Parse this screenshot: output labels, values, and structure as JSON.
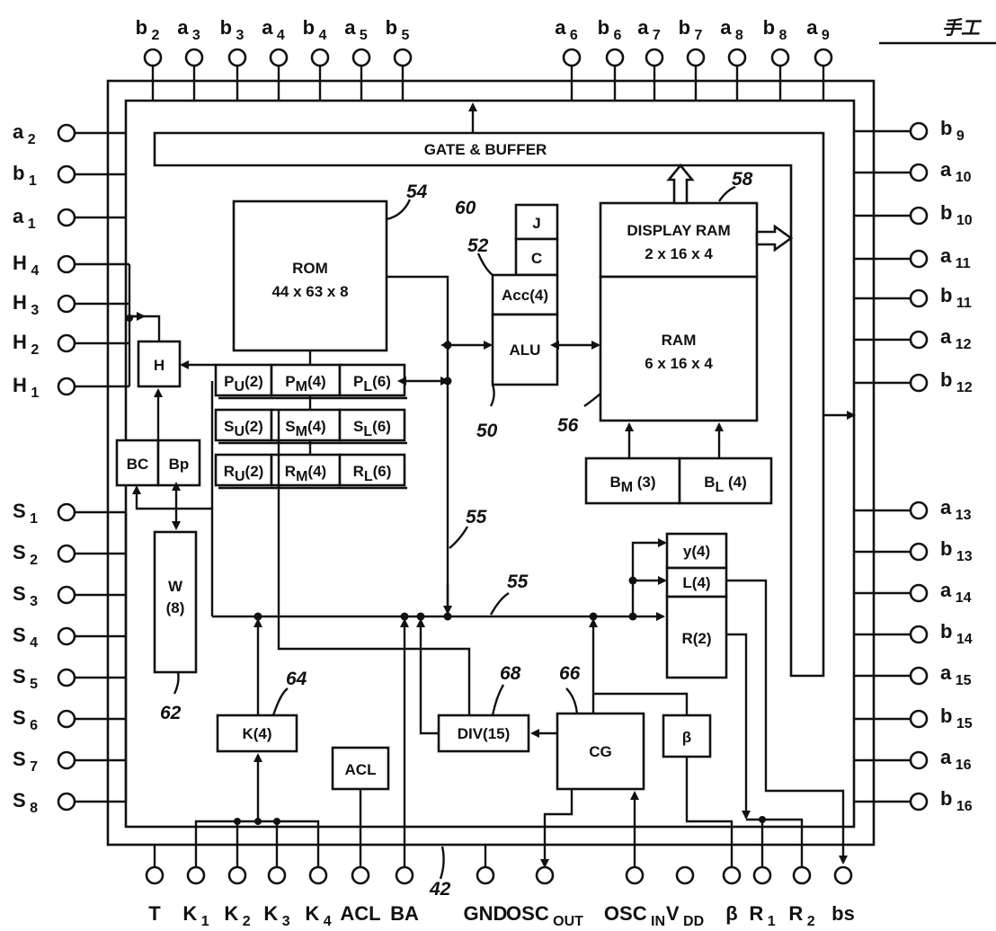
{
  "corner_mark": "手工",
  "pins": {
    "top_left": [
      {
        "t": "b",
        "s": "2"
      },
      {
        "t": "a",
        "s": "3"
      },
      {
        "t": "b",
        "s": "3"
      },
      {
        "t": "a",
        "s": "4"
      },
      {
        "t": "b",
        "s": "4"
      },
      {
        "t": "a",
        "s": "5"
      },
      {
        "t": "b",
        "s": "5"
      }
    ],
    "top_right": [
      {
        "t": "a",
        "s": "6"
      },
      {
        "t": "b",
        "s": "6"
      },
      {
        "t": "a",
        "s": "7"
      },
      {
        "t": "b",
        "s": "7"
      },
      {
        "t": "a",
        "s": "8"
      },
      {
        "t": "b",
        "s": "8"
      },
      {
        "t": "a",
        "s": "9"
      }
    ],
    "left_top": [
      {
        "t": "a",
        "s": "2"
      },
      {
        "t": "b",
        "s": "1"
      },
      {
        "t": "a",
        "s": "1"
      }
    ],
    "left_h": [
      {
        "t": "H",
        "s": "4"
      },
      {
        "t": "H",
        "s": "3"
      },
      {
        "t": "H",
        "s": "2"
      },
      {
        "t": "H",
        "s": "1"
      }
    ],
    "left_s": [
      {
        "t": "S",
        "s": "1"
      },
      {
        "t": "S",
        "s": "2"
      },
      {
        "t": "S",
        "s": "3"
      },
      {
        "t": "S",
        "s": "4"
      },
      {
        "t": "S",
        "s": "5"
      },
      {
        "t": "S",
        "s": "6"
      },
      {
        "t": "S",
        "s": "7"
      },
      {
        "t": "S",
        "s": "8"
      }
    ],
    "right": [
      {
        "t": "b",
        "s": "9"
      },
      {
        "t": "a",
        "s": "10"
      },
      {
        "t": "b",
        "s": "10"
      },
      {
        "t": "a",
        "s": "11"
      },
      {
        "t": "b",
        "s": "11"
      },
      {
        "t": "a",
        "s": "12"
      },
      {
        "t": "b",
        "s": "12"
      },
      {
        "t": "a",
        "s": "13"
      },
      {
        "t": "b",
        "s": "13"
      },
      {
        "t": "a",
        "s": "14"
      },
      {
        "t": "b",
        "s": "14"
      },
      {
        "t": "a",
        "s": "15"
      },
      {
        "t": "b",
        "s": "15"
      },
      {
        "t": "a",
        "s": "16"
      },
      {
        "t": "b",
        "s": "16"
      }
    ],
    "bottom": [
      {
        "t": "T",
        "s": ""
      },
      {
        "t": "K",
        "s": "1"
      },
      {
        "t": "K",
        "s": "2"
      },
      {
        "t": "K",
        "s": "3"
      },
      {
        "t": "K",
        "s": "4"
      },
      {
        "t": "ACL",
        "s": ""
      },
      {
        "t": "BA",
        "s": ""
      },
      {
        "t": "GND",
        "s": ""
      },
      {
        "t": "OSC",
        "s": "OUT"
      },
      {
        "t": "OSC",
        "s": "IN"
      },
      {
        "t": "V",
        "s": "DD"
      },
      {
        "t": "β",
        "s": ""
      },
      {
        "t": "R",
        "s": "1"
      },
      {
        "t": "R",
        "s": "2"
      },
      {
        "t": "bs",
        "s": ""
      }
    ]
  },
  "blocks": {
    "gate_buffer": "GATE & BUFFER",
    "rom": [
      "ROM",
      "44 x 63 x 8"
    ],
    "display_ram": [
      "DISPLAY RAM",
      "2 x 16 x 4"
    ],
    "ram": [
      "RAM",
      "6 x 16 x 4"
    ],
    "j": "J",
    "c": "C",
    "acc": "Acc(4)",
    "alu": "ALU",
    "h": "H",
    "bc": "BC",
    "bp": "Bp",
    "w": [
      "W",
      "(8)"
    ],
    "p_regs": [
      {
        "t": "P",
        "s": "U",
        "v": "(2)"
      },
      {
        "t": "P",
        "s": "M",
        "v": "(4)"
      },
      {
        "t": "P",
        "s": "L",
        "v": "(6)"
      }
    ],
    "s_regs": [
      {
        "t": "S",
        "s": "U",
        "v": "(2)"
      },
      {
        "t": "S",
        "s": "M",
        "v": "(4)"
      },
      {
        "t": "S",
        "s": "L",
        "v": "(6)"
      }
    ],
    "r_regs": [
      {
        "t": "R",
        "s": "U",
        "v": "(2)"
      },
      {
        "t": "R",
        "s": "M",
        "v": "(4)"
      },
      {
        "t": "R",
        "s": "L",
        "v": "(6)"
      }
    ],
    "bm": {
      "t": "B",
      "s": "M",
      "v": " (3)"
    },
    "bl": {
      "t": "B",
      "s": "L",
      "v": " (4)"
    },
    "y": "y(4)",
    "l": "L(4)",
    "r": "R(2)",
    "k": "K(4)",
    "acl": "ACL",
    "div": "DIV(15)",
    "cg": "CG",
    "beta": "β"
  },
  "refs": {
    "r42": "42",
    "r50": "50",
    "r52": "52",
    "r54": "54",
    "r55a": "55",
    "r55b": "55",
    "r56": "56",
    "r58": "58",
    "r60": "60",
    "r62": "62",
    "r64": "64",
    "r66": "66",
    "r68": "68"
  }
}
